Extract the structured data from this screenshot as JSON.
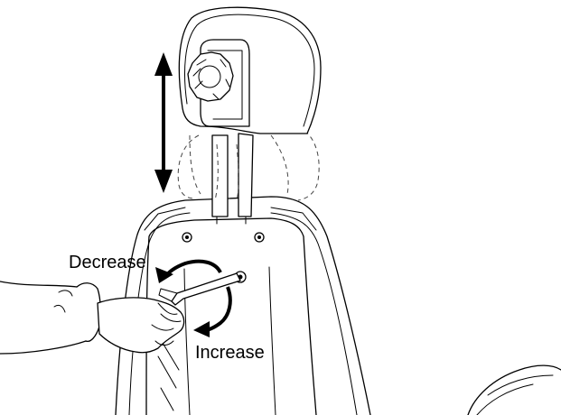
{
  "labels": {
    "decrease": "Decrease",
    "increase": "Increase"
  },
  "icons": {
    "vertical_adjust": "double-headed-arrow",
    "decrease_direction": "counterclockwise-arrow",
    "increase_direction": "clockwise-arrow"
  },
  "colors": {
    "ink": "#000000",
    "background": "#ffffff"
  }
}
